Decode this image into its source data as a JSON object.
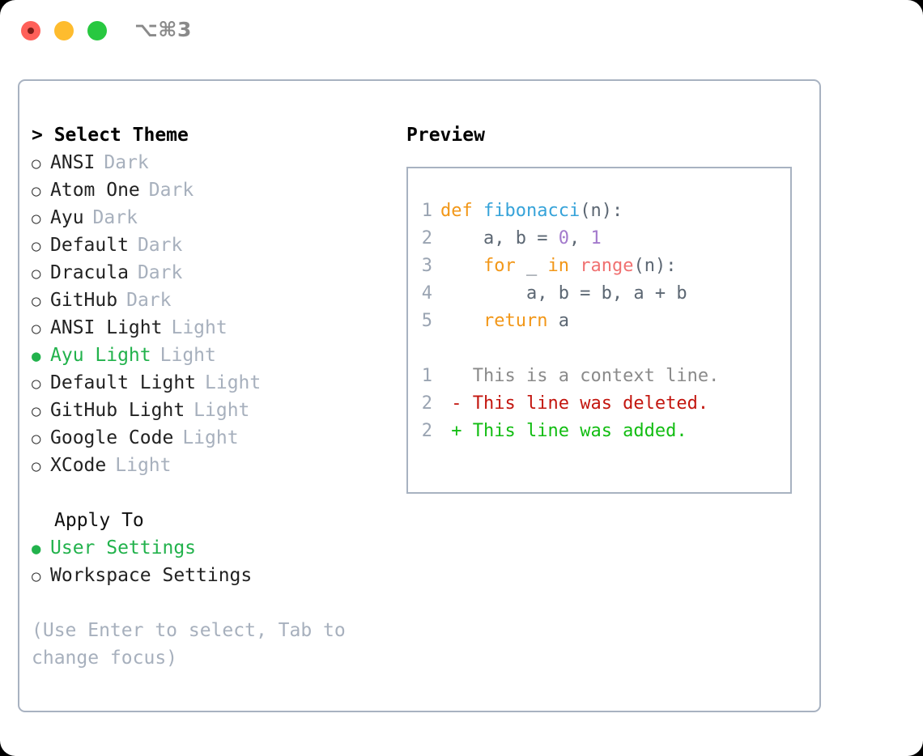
{
  "titlebar": {
    "shortcut": "⌥⌘3",
    "lights": [
      "close-light",
      "minimize-light",
      "zoom-light"
    ]
  },
  "theme_list": {
    "header": "> Select Theme",
    "items": [
      {
        "marker": "○",
        "name": "ANSI",
        "kind": "Dark",
        "selected": false
      },
      {
        "marker": "○",
        "name": "Atom One",
        "kind": "Dark",
        "selected": false
      },
      {
        "marker": "○",
        "name": "Ayu",
        "kind": "Dark",
        "selected": false
      },
      {
        "marker": "○",
        "name": "Default",
        "kind": "Dark",
        "selected": false
      },
      {
        "marker": "○",
        "name": "Dracula",
        "kind": "Dark",
        "selected": false
      },
      {
        "marker": "○",
        "name": "GitHub",
        "kind": "Dark",
        "selected": false
      },
      {
        "marker": "○",
        "name": "ANSI Light",
        "kind": "Light",
        "selected": false
      },
      {
        "marker": "●",
        "name": "Ayu Light",
        "kind": "Light",
        "selected": true
      },
      {
        "marker": "○",
        "name": "Default Light",
        "kind": "Light",
        "selected": false
      },
      {
        "marker": "○",
        "name": "GitHub Light",
        "kind": "Light",
        "selected": false
      },
      {
        "marker": "○",
        "name": "Google Code",
        "kind": "Light",
        "selected": false
      },
      {
        "marker": "○",
        "name": "XCode",
        "kind": "Light",
        "selected": false
      }
    ]
  },
  "apply_to": {
    "header": "Apply To",
    "items": [
      {
        "marker": "●",
        "name": "User Settings",
        "selected": true
      },
      {
        "marker": "○",
        "name": "Workspace Settings",
        "selected": false
      }
    ]
  },
  "hint": "(Use Enter to select, Tab to change focus)",
  "preview": {
    "title": "Preview",
    "code_lines": [
      {
        "number": "1",
        "tokens": [
          {
            "text": "def ",
            "type": "kw"
          },
          {
            "text": "fibonacci",
            "type": "fn"
          },
          {
            "text": "(n):",
            "type": "plain"
          }
        ]
      },
      {
        "number": "2",
        "tokens": [
          {
            "text": "    a, b = ",
            "type": "plain"
          },
          {
            "text": "0",
            "type": "num"
          },
          {
            "text": ", ",
            "type": "plain"
          },
          {
            "text": "1",
            "type": "num"
          }
        ]
      },
      {
        "number": "3",
        "tokens": [
          {
            "text": "    ",
            "type": "plain"
          },
          {
            "text": "for",
            "type": "kw"
          },
          {
            "text": " _ ",
            "type": "plain"
          },
          {
            "text": "in",
            "type": "kw"
          },
          {
            "text": " ",
            "type": "plain"
          },
          {
            "text": "range",
            "type": "call"
          },
          {
            "text": "(n):",
            "type": "plain"
          }
        ]
      },
      {
        "number": "4",
        "tokens": [
          {
            "text": "        a, b = b, a + b",
            "type": "plain"
          }
        ]
      },
      {
        "number": "5",
        "tokens": [
          {
            "text": "    ",
            "type": "plain"
          },
          {
            "text": "return",
            "type": "kw"
          },
          {
            "text": " a",
            "type": "plain"
          }
        ]
      }
    ],
    "diff_lines": [
      {
        "number": "1",
        "sign": " ",
        "text": "This is a context line.",
        "type": "context"
      },
      {
        "number": "2",
        "sign": "-",
        "text": "This line was deleted.",
        "type": "deleted"
      },
      {
        "number": "2",
        "sign": "+",
        "text": "This line was added.",
        "type": "added"
      }
    ]
  },
  "colors": {
    "accent_green": "#22b24c",
    "border": "#a8b2c1",
    "muted": "#a7b0bd",
    "keyword": "#f29718",
    "function": "#36a3d9",
    "call": "#f07171",
    "number": "#a37acc",
    "diff_added": "#12bd12",
    "diff_deleted": "#c3160f",
    "light_red": "#ff6059",
    "light_yellow": "#febc2e",
    "light_green": "#28c840"
  }
}
